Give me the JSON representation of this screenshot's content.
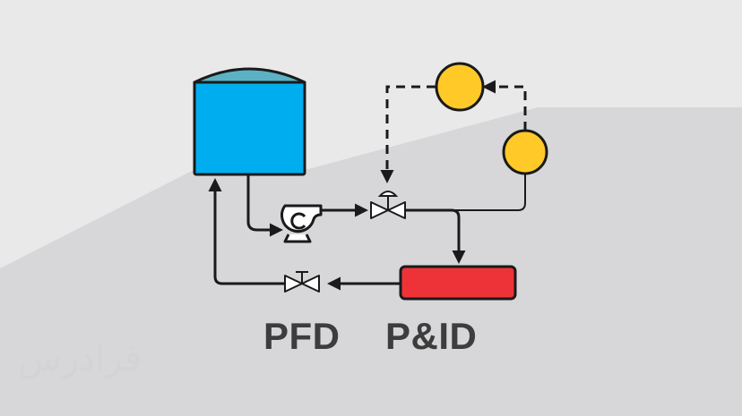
{
  "labels": {
    "pfd": "PFD",
    "pid": "P&ID"
  },
  "watermark": {
    "text": "فرادرس"
  },
  "colors": {
    "background": "#e9e9ea",
    "shadow": "#d7d7d9",
    "tank_body": "#00aeef",
    "tank_roof": "#5bb2c4",
    "instrument": "#ffc928",
    "heat_exchanger": "#ee3338",
    "line": "#1a1a1a",
    "text": "#3d3d3d"
  },
  "diagram": {
    "components": [
      "storage-tank",
      "pump",
      "control-valve",
      "hand-valve",
      "heat-exchanger",
      "instrument-1",
      "instrument-2"
    ],
    "signal_lines": "dashed",
    "process_lines": "solid"
  }
}
